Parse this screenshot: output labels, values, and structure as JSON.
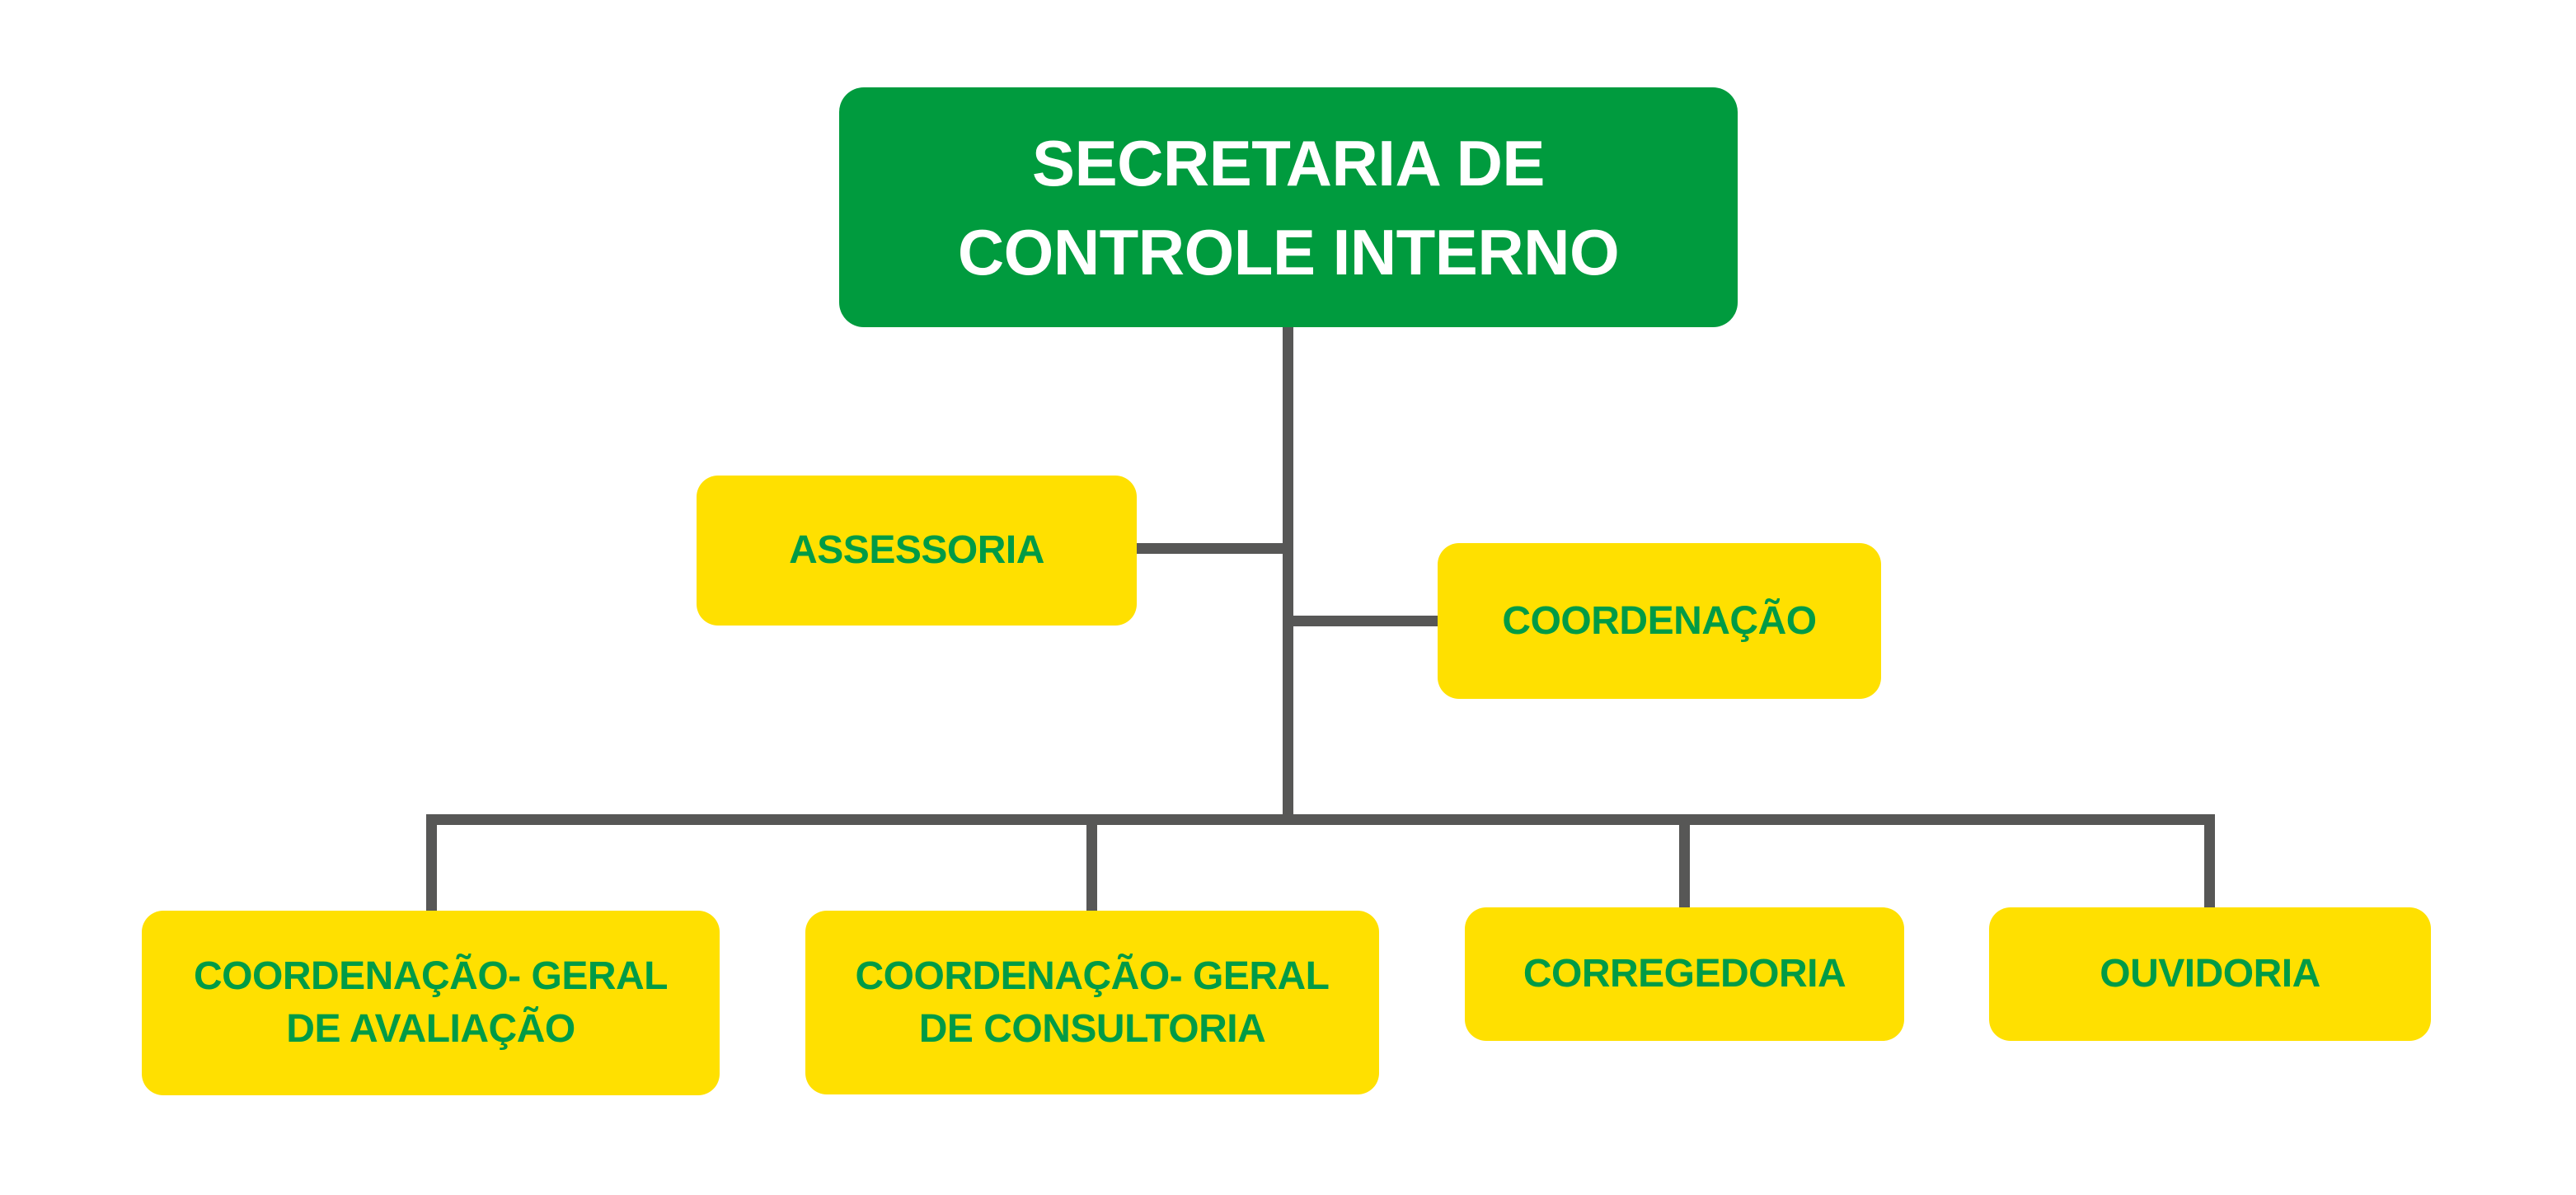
{
  "colors": {
    "root_fill": "#009B3E",
    "root_text": "#FFFFFF",
    "node_fill": "#FFE000",
    "node_text": "#009B46",
    "connector": "#575756",
    "background": "#FFFFFF"
  },
  "org_chart": {
    "root": {
      "label": "SECRETARIA DE\nCONTROLE INTERNO"
    },
    "staff": [
      {
        "label": "ASSESSORIA"
      },
      {
        "label": "COORDENAÇÃO"
      }
    ],
    "subordinates": [
      {
        "label": "COORDENAÇÃO- GERAL\nDE AVALIAÇÃO"
      },
      {
        "label": "COORDENAÇÃO- GERAL\nDE CONSULTORIA"
      },
      {
        "label": "CORREGEDORIA"
      },
      {
        "label": "OUVIDORIA"
      }
    ]
  }
}
